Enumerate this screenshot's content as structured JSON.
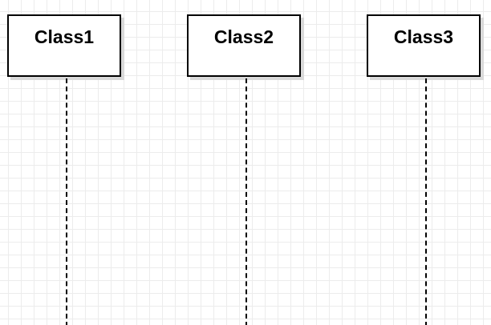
{
  "diagram": {
    "lifelines": [
      {
        "label": "Class1"
      },
      {
        "label": "Class2"
      },
      {
        "label": "Class3"
      }
    ]
  }
}
